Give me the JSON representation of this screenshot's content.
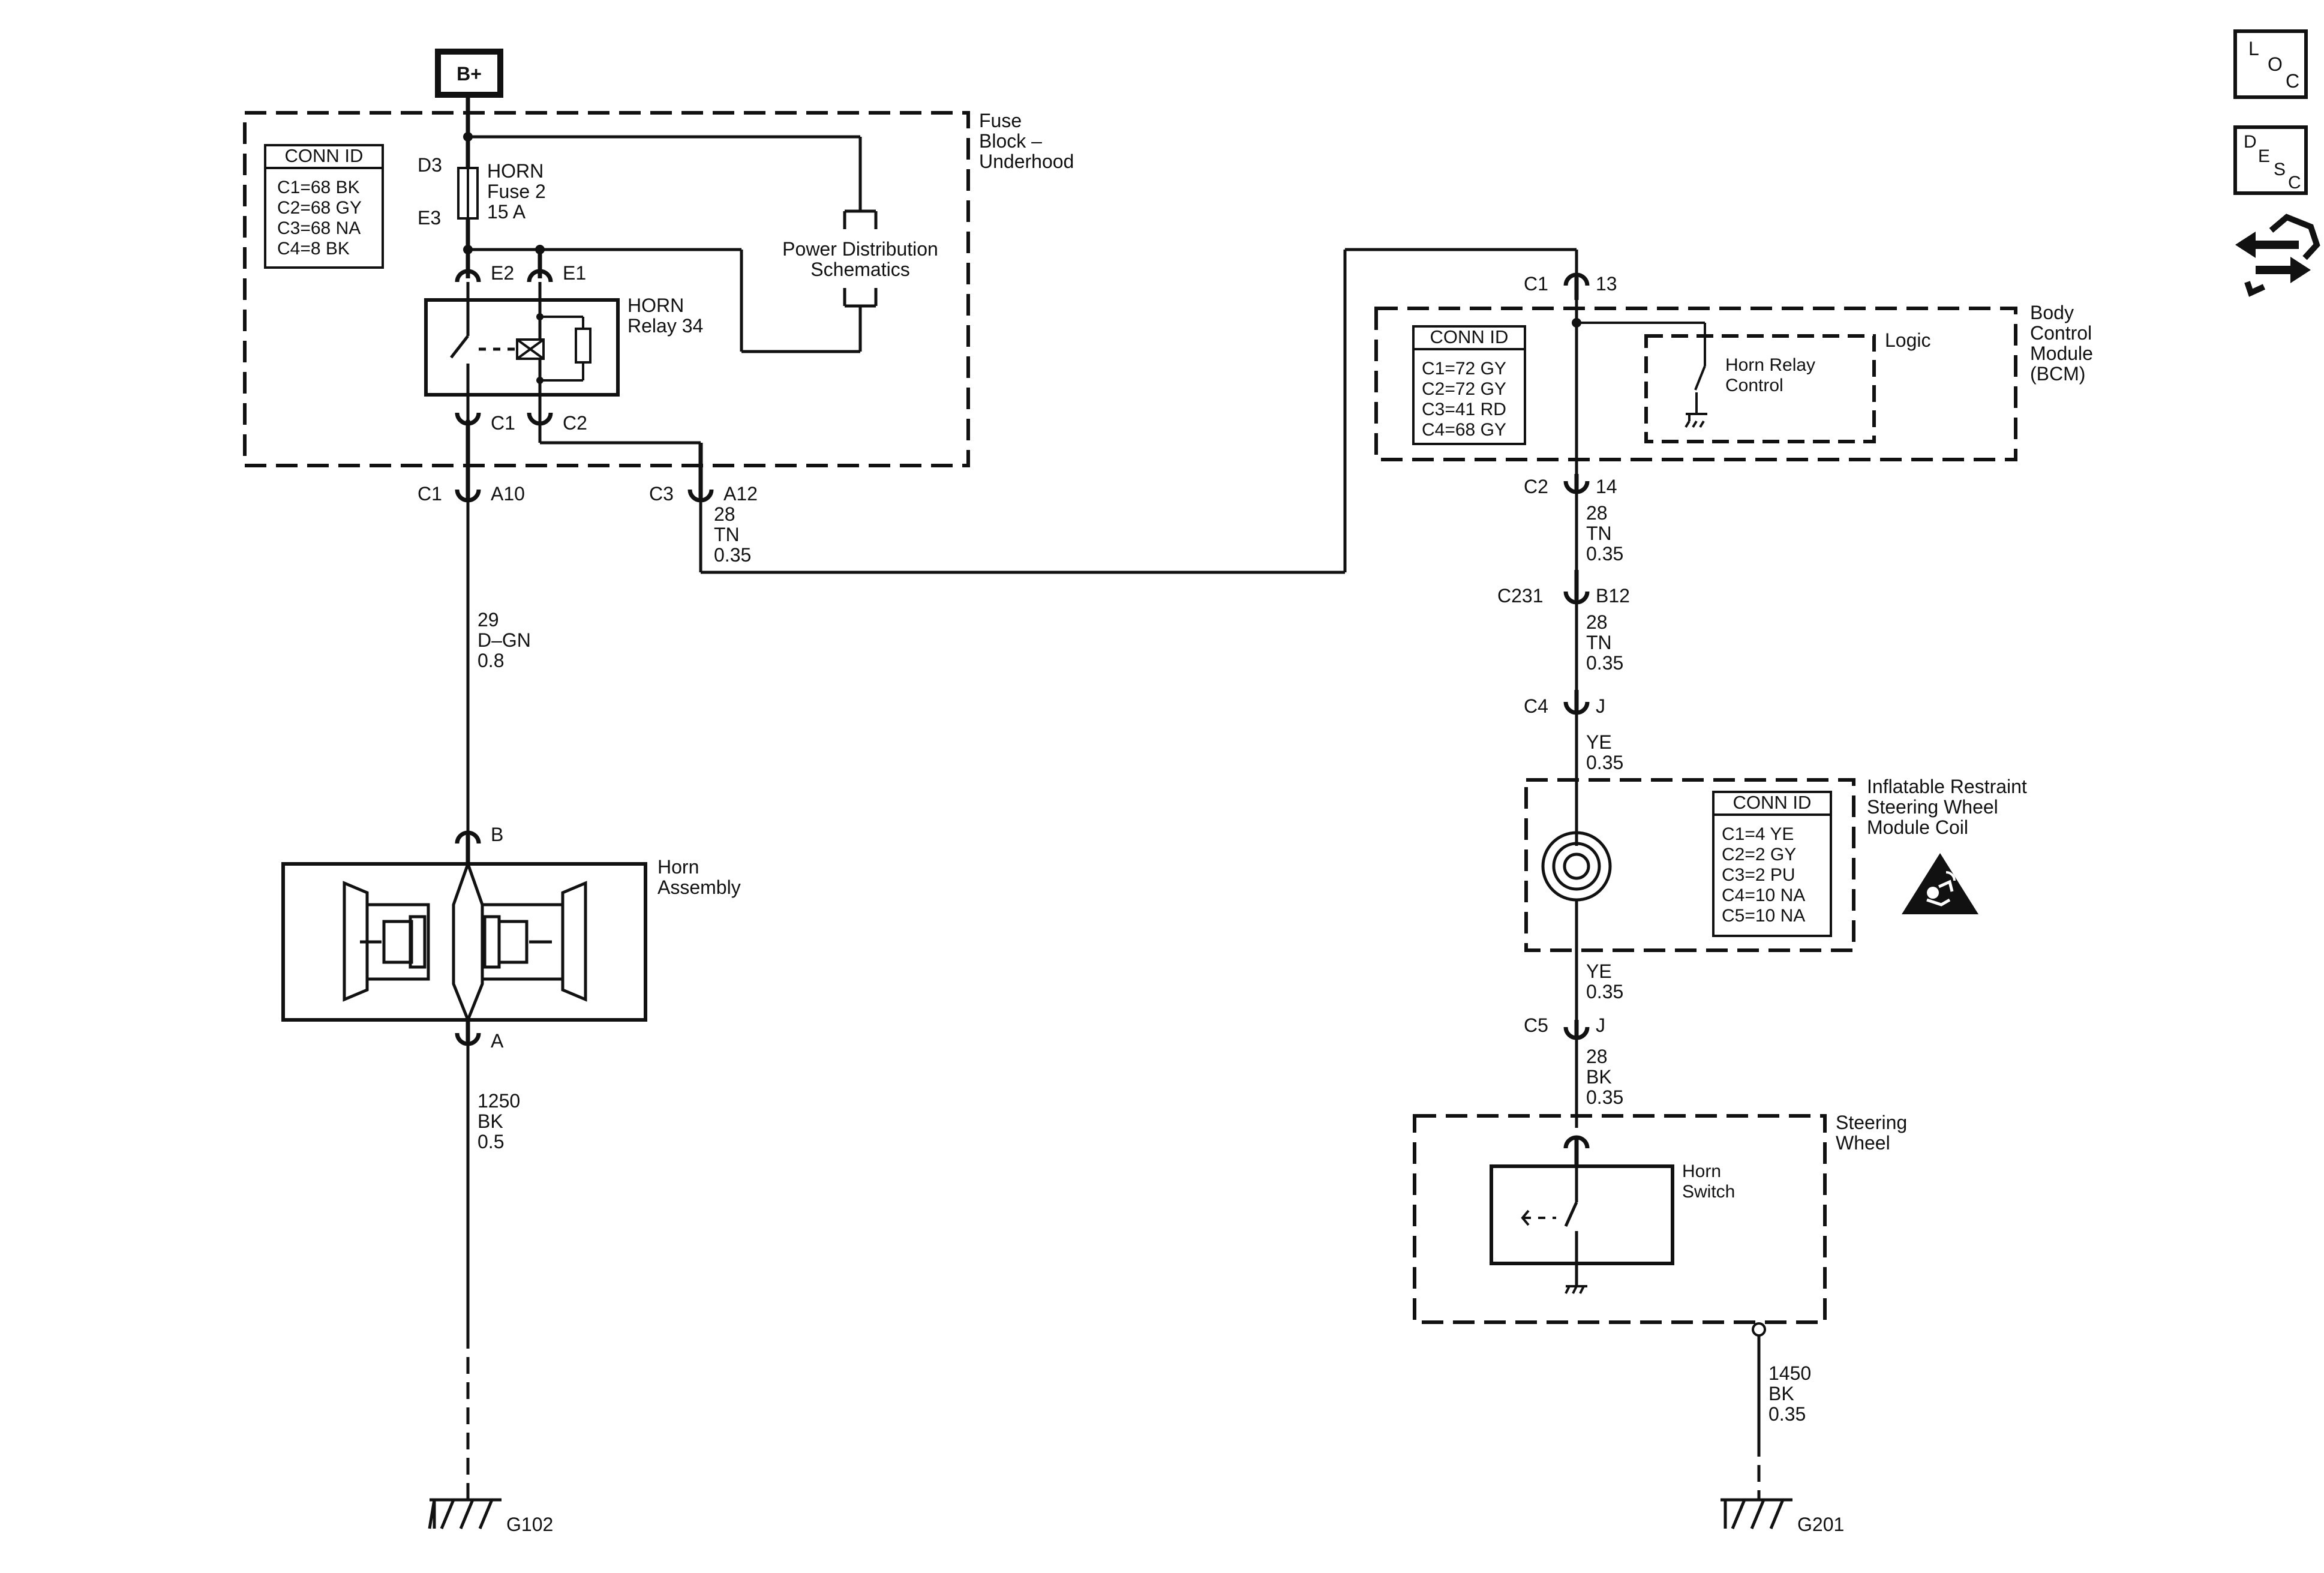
{
  "power_source": "B+",
  "fuse_block": {
    "title_lines": [
      "Fuse",
      "Block –",
      "Underhood"
    ],
    "conn_id_header": "CONN ID",
    "conn_ids": [
      "C1=68 BK",
      "C2=68 GY",
      "C3=68 NA",
      "C4=8 BK"
    ],
    "fuse_top_pin": "D3",
    "fuse_bottom_pin": "E3",
    "fuse_label_lines": [
      "HORN",
      "Fuse 2",
      "15 A"
    ],
    "relay_pin_e2": "E2",
    "relay_pin_e1": "E1",
    "relay_pin_c1": "C1",
    "relay_pin_c2": "C2",
    "relay_label_lines": [
      "HORN",
      "Relay 34"
    ],
    "power_distribution_lines": [
      "Power Distribution",
      "Schematics"
    ],
    "out_conn_left": "C1",
    "out_pin_left": "A10",
    "out_conn_right": "C3",
    "out_pin_right": "A12"
  },
  "wires": {
    "horn_feed": [
      "29",
      "D–GN",
      "0.8"
    ],
    "relay_control": [
      "28",
      "TN",
      "0.35"
    ],
    "horn_ground": [
      "1250",
      "BK",
      "0.5"
    ],
    "bcm_to_c231": [
      "28",
      "TN",
      "0.35"
    ],
    "c231_to_c4": [
      "28",
      "TN",
      "0.35"
    ],
    "c4_to_coil": [
      "YE",
      "0.35"
    ],
    "coil_to_c5": [
      "YE",
      "0.35"
    ],
    "c5_to_switch": [
      "28",
      "BK",
      "0.35"
    ],
    "switch_ground": [
      "1450",
      "BK",
      "0.35"
    ]
  },
  "horn": {
    "pin_top": "B",
    "pin_bottom": "A",
    "label_lines": [
      "Horn",
      "Assembly"
    ]
  },
  "bcm": {
    "title_lines": [
      "Body",
      "Control",
      "Module",
      "(BCM)"
    ],
    "conn_id_header": "CONN ID",
    "conn_ids": [
      "C1=72 GY",
      "C2=72 GY",
      "C3=41 RD",
      "C4=68 GY"
    ],
    "logic_label": "Logic",
    "relay_control_lines": [
      "Horn Relay",
      "Control"
    ],
    "in_conn": "C1",
    "in_pin": "13",
    "out_conn": "C2",
    "out_pin": "14"
  },
  "c231": {
    "conn": "C231",
    "pin": "B12"
  },
  "c4": {
    "conn": "C4",
    "pin": "J"
  },
  "c5": {
    "conn": "C5",
    "pin": "J"
  },
  "coil": {
    "title_lines": [
      "Inflatable Restraint",
      "Steering Wheel",
      "Module Coil"
    ],
    "conn_id_header": "CONN ID",
    "conn_ids": [
      "C1=4 YE",
      "C2=2 GY",
      "C3=2 PU",
      "C4=10 NA",
      "C5=10 NA"
    ]
  },
  "steering_wheel": {
    "title_lines": [
      "Steering",
      "Wheel"
    ],
    "switch_lines": [
      "Horn",
      "Switch"
    ]
  },
  "grounds": {
    "left": "G102",
    "right": "G201"
  },
  "side_icons": {
    "loc": [
      "L",
      "O",
      "C"
    ],
    "desc": [
      "D",
      "E",
      "S",
      "C"
    ],
    "nav_icon": "bidirectional-arrows-icon"
  }
}
